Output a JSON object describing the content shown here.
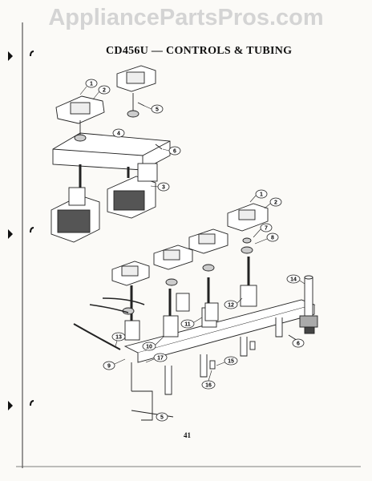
{
  "watermark": "AppliancePartsPros.com",
  "title": "CD456U — CONTROLS & TUBING",
  "page_number": "41",
  "callouts": [
    "1",
    "2",
    "3",
    "4",
    "5",
    "6",
    "1",
    "2",
    "7",
    "8",
    "14",
    "12",
    "11",
    "10",
    "13",
    "9",
    "17",
    "15",
    "16",
    "6",
    "5"
  ]
}
